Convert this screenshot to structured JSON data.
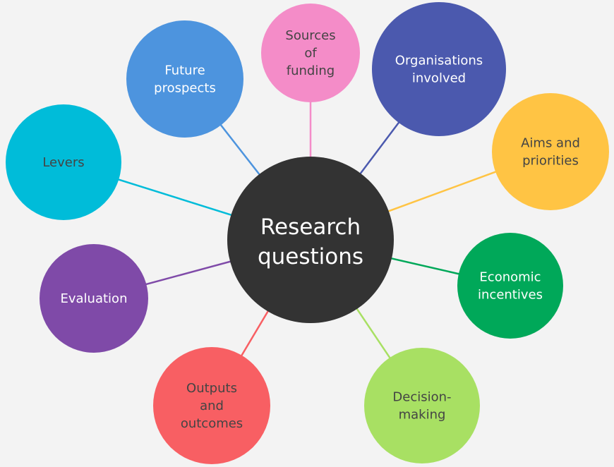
{
  "center": {
    "lines": [
      "Research",
      "questions"
    ],
    "color": "#333333",
    "text_color": "#ffffff"
  },
  "nodes": [
    {
      "id": "sources-of-funding",
      "lines": [
        "Sources",
        "of",
        "funding"
      ],
      "color": "#F48CC8",
      "text_color": "#444444"
    },
    {
      "id": "organisations-involved",
      "lines": [
        "Organisations",
        "involved"
      ],
      "color": "#4B59AE",
      "text_color": "#ffffff"
    },
    {
      "id": "aims-and-priorities",
      "lines": [
        "Aims and",
        "priorities"
      ],
      "color": "#FFC444",
      "text_color": "#444444"
    },
    {
      "id": "economic-incentives",
      "lines": [
        "Economic",
        "incentives"
      ],
      "color": "#00A859",
      "text_color": "#ffffff"
    },
    {
      "id": "decision-making",
      "lines": [
        "Decision-",
        "making"
      ],
      "color": "#A8E063",
      "text_color": "#444444"
    },
    {
      "id": "outputs-and-outcomes",
      "lines": [
        "Outputs",
        "and",
        "outcomes"
      ],
      "color": "#F85F63",
      "text_color": "#444444"
    },
    {
      "id": "evaluation",
      "lines": [
        "Evaluation"
      ],
      "color": "#7F4AA8",
      "text_color": "#ffffff"
    },
    {
      "id": "levers",
      "lines": [
        "Levers"
      ],
      "color": "#00BCD9",
      "text_color": "#444444"
    },
    {
      "id": "future-prospects",
      "lines": [
        "Future",
        "prospects"
      ],
      "color": "#4D94DE",
      "text_color": "#ffffff"
    }
  ]
}
